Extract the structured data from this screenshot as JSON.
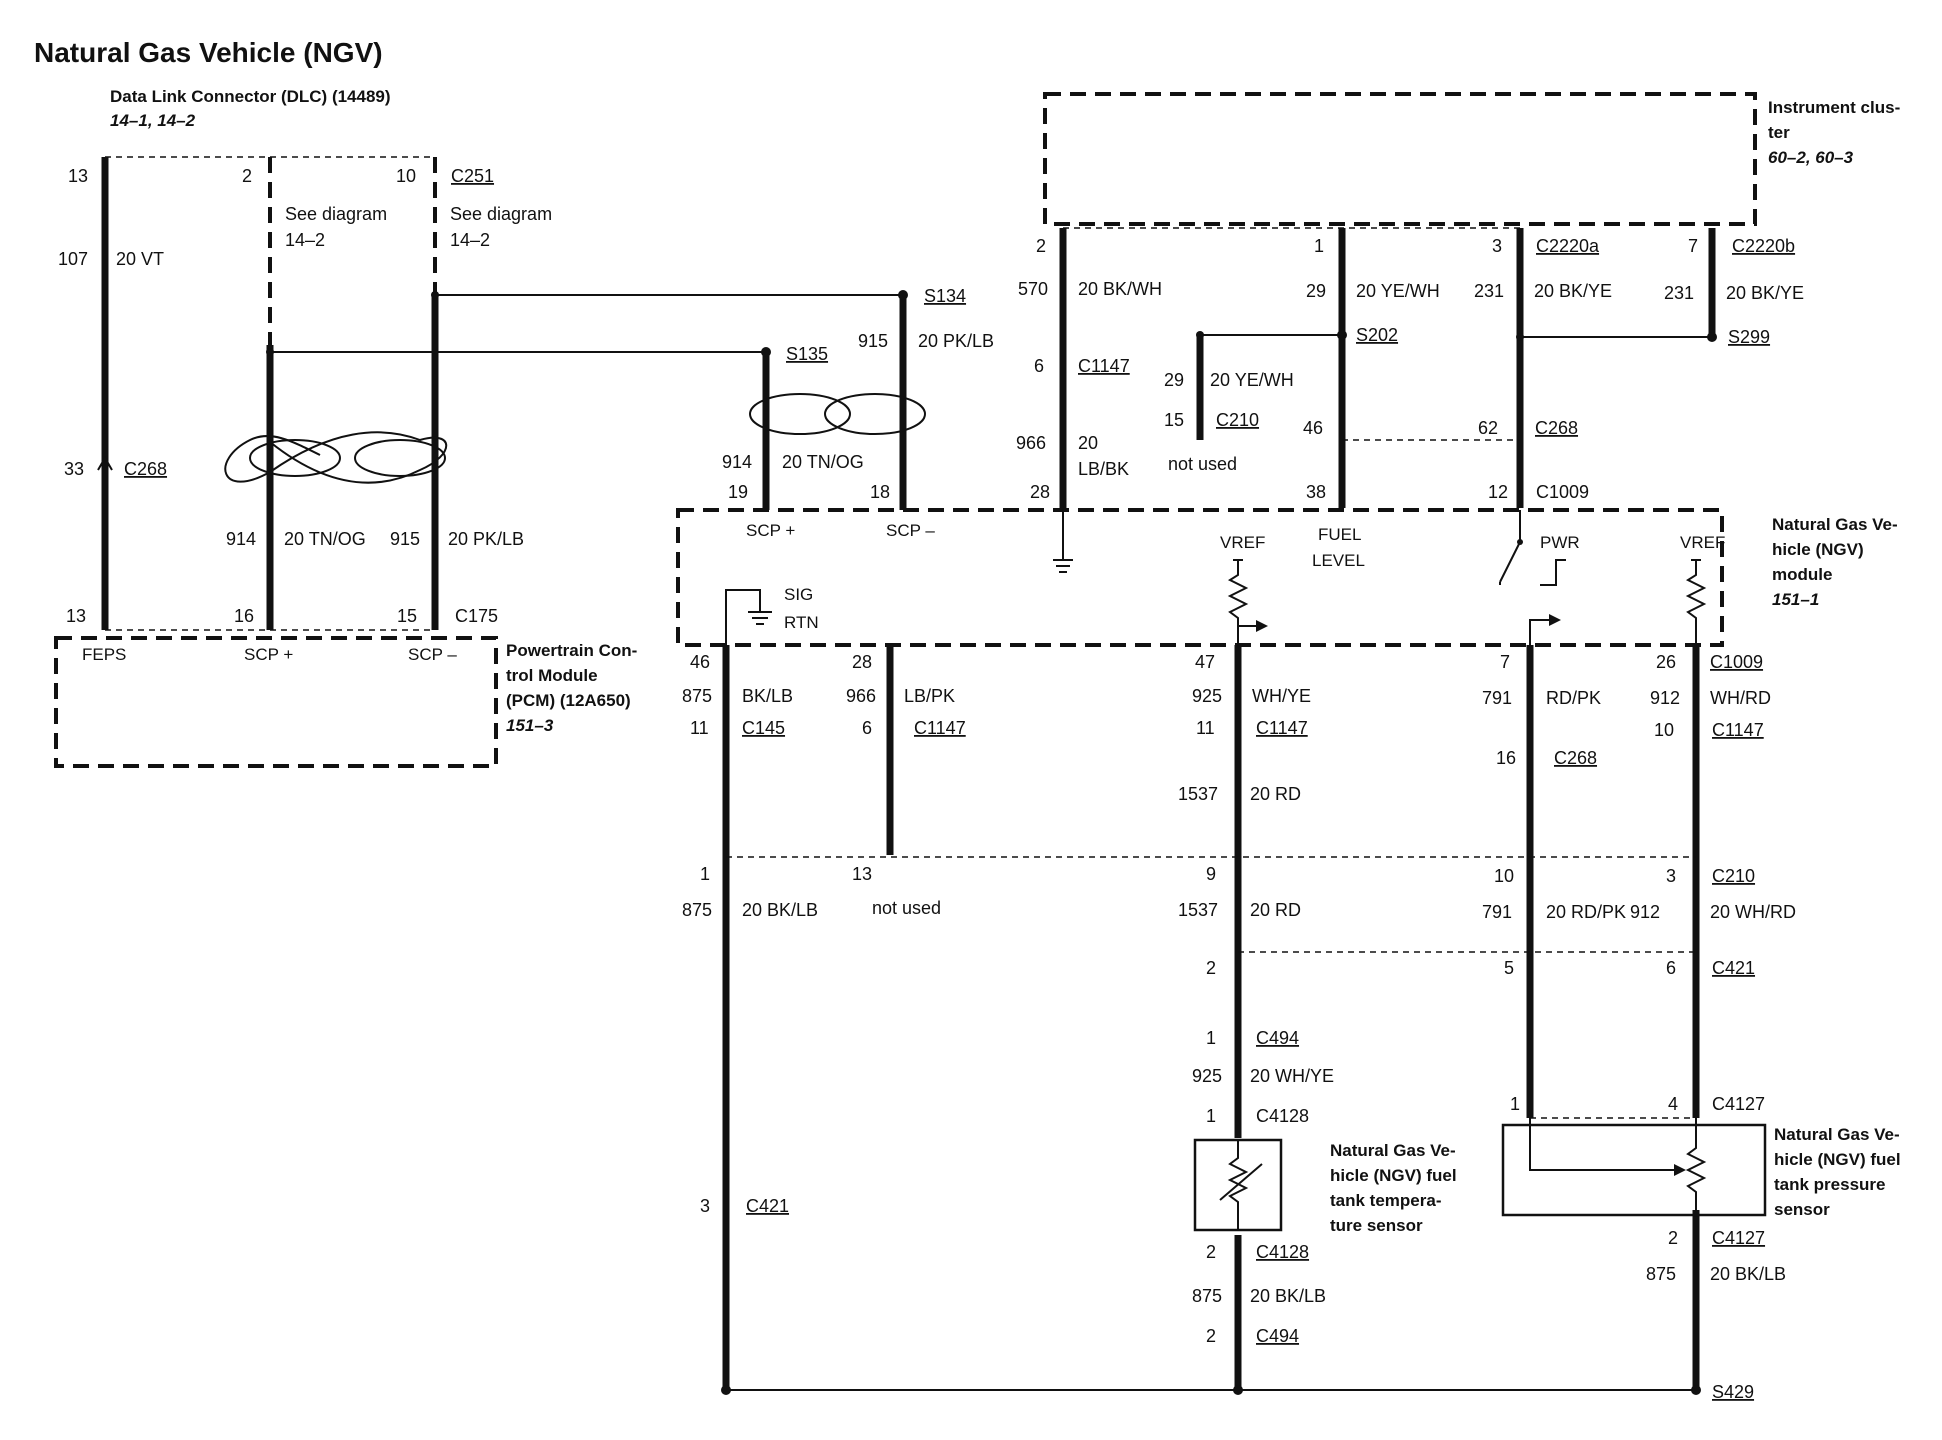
{
  "title": "Natural Gas Vehicle (NGV)",
  "components": {
    "dlc": {
      "name": "Data Link Connector (DLC) (14489)",
      "ref": "14–1, 14–2"
    },
    "cluster": {
      "name_1": "Instrument clus-",
      "name_2": "ter",
      "ref": "60–2, 60–3"
    },
    "pcm": {
      "name_1": "Powertrain Con-",
      "name_2": "trol Module",
      "name_3": "(PCM) (12A650)",
      "ref": "151–3"
    },
    "ngv_module": {
      "name_1": "Natural Gas Ve-",
      "name_2": "hicle (NGV)",
      "name_3": "module",
      "ref": "151–1"
    },
    "temp_sensor": {
      "name_1": "Natural Gas Ve-",
      "name_2": "hicle (NGV) fuel",
      "name_3": "tank tempera-",
      "name_4": "ture sensor"
    },
    "pressure_sensor": {
      "name_1": "Natural Gas Ve-",
      "name_2": "hicle (NGV) fuel",
      "name_3": "tank pressure",
      "name_4": "sensor"
    }
  },
  "pins": {
    "fepts": "FEPS",
    "scp_plus": "SCP +",
    "scp_minus": "SCP –",
    "sig": "SIG",
    "rtn": "RTN",
    "vref": "VREF",
    "fuel": "FUEL",
    "level": "LEVEL",
    "pwr": "PWR"
  },
  "notes": {
    "see_diagram": "See diagram",
    "see_diagram_ref": "14–2",
    "not_used": "not used"
  },
  "connectors": {
    "c251": "C251",
    "c268": "C268",
    "c175": "C175",
    "c2220a": "C2220a",
    "c2220b": "C2220b",
    "s134": "S134",
    "s135": "S135",
    "s202": "S202",
    "s299": "S299",
    "c1147": "C1147",
    "c210": "C210",
    "c1009": "C1009",
    "c145": "C145",
    "c421": "C421",
    "c494": "C494",
    "c4128": "C4128",
    "c4127": "C4127",
    "s429": "S429"
  },
  "circuits": {
    "c107": "107",
    "w20vt": "20 VT",
    "c570": "570",
    "w20bkwh": "20 BK/WH",
    "c29": "29",
    "w20yewh": "20 YE/WH",
    "c231": "231",
    "w20bkye": "20 BK/YE",
    "c915": "915",
    "w20pklb": "20 PK/LB",
    "c914": "914",
    "w20tnog": "20 TN/OG",
    "c966": "966",
    "w20": "20",
    "lbbk": "LB/BK",
    "c875": "875",
    "bklb": "BK/LB",
    "lbpk": "LB/PK",
    "c925": "925",
    "whye": "WH/YE",
    "c791": "791",
    "rdpk": "RD/PK",
    "c912": "912",
    "whrd": "WH/RD",
    "c1537": "1537",
    "w20rd": "20 RD",
    "w20bklb": "20 BK/LB",
    "w20rdpk": "20 RD/PK",
    "w20whrd": "20 WH/RD",
    "w20whye": "20 WH/YE"
  },
  "pin_numbers": {
    "p1": "1",
    "p2": "2",
    "p3": "3",
    "p4": "4",
    "p5": "5",
    "p6": "6",
    "p7": "7",
    "p9": "9",
    "p10": "10",
    "p11": "11",
    "p12": "12",
    "p13": "13",
    "p15": "15",
    "p16": "16",
    "p18": "18",
    "p19": "19",
    "p26": "26",
    "p28": "28",
    "p29": "29",
    "p33": "33",
    "p38": "38",
    "p46": "46",
    "p47": "47",
    "p62": "62"
  }
}
